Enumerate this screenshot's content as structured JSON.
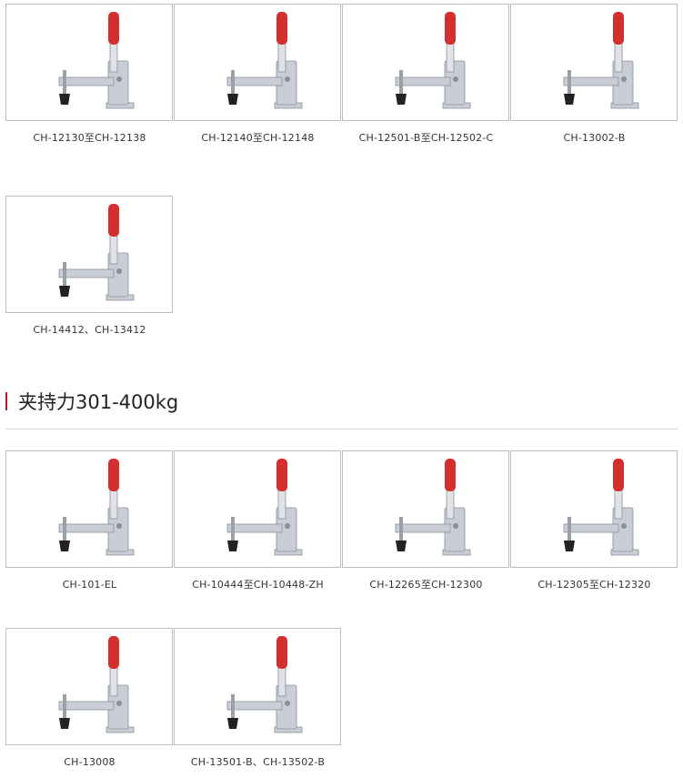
{
  "section1": {
    "products": [
      {
        "label": "CH-12130至CH-12138"
      },
      {
        "label": "CH-12140至CH-12148"
      },
      {
        "label": "CH-12501-B至CH-12502-C"
      },
      {
        "label": "CH-13002-B"
      },
      {
        "label": "CH-14412、CH-13412"
      }
    ]
  },
  "section2": {
    "title": "夹持力301-400kg",
    "accent_color": "#b71c1c",
    "products": [
      {
        "label": "CH-101-EL"
      },
      {
        "label": "CH-10444至CH-10448-ZH"
      },
      {
        "label": "CH-12265至CH-12300"
      },
      {
        "label": "CH-12305至CH-12320"
      },
      {
        "label": "CH-13008"
      },
      {
        "label": "CH-13501-B、CH-13502-B"
      }
    ]
  },
  "icons": {
    "product_image": "toggle-clamp-icon",
    "handle_color": "#d32f2f",
    "metal_color": "#c9ced6"
  }
}
